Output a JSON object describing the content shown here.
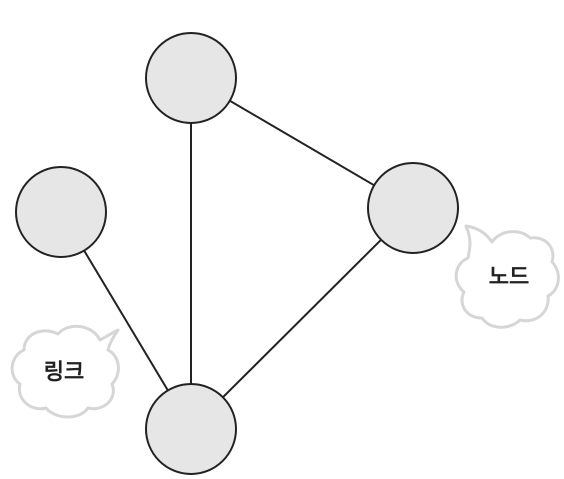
{
  "diagram": {
    "callouts": {
      "node_label": "노드",
      "link_label": "링크"
    },
    "nodes": [
      "top",
      "left",
      "right",
      "bottom"
    ],
    "links": [
      [
        "top",
        "right"
      ],
      [
        "top",
        "bottom"
      ],
      [
        "left",
        "bottom"
      ],
      [
        "right",
        "bottom"
      ]
    ],
    "colors": {
      "node_fill": "#e6e6e6",
      "stroke": "#222222",
      "cloud_stroke": "#d6d6d6"
    }
  }
}
